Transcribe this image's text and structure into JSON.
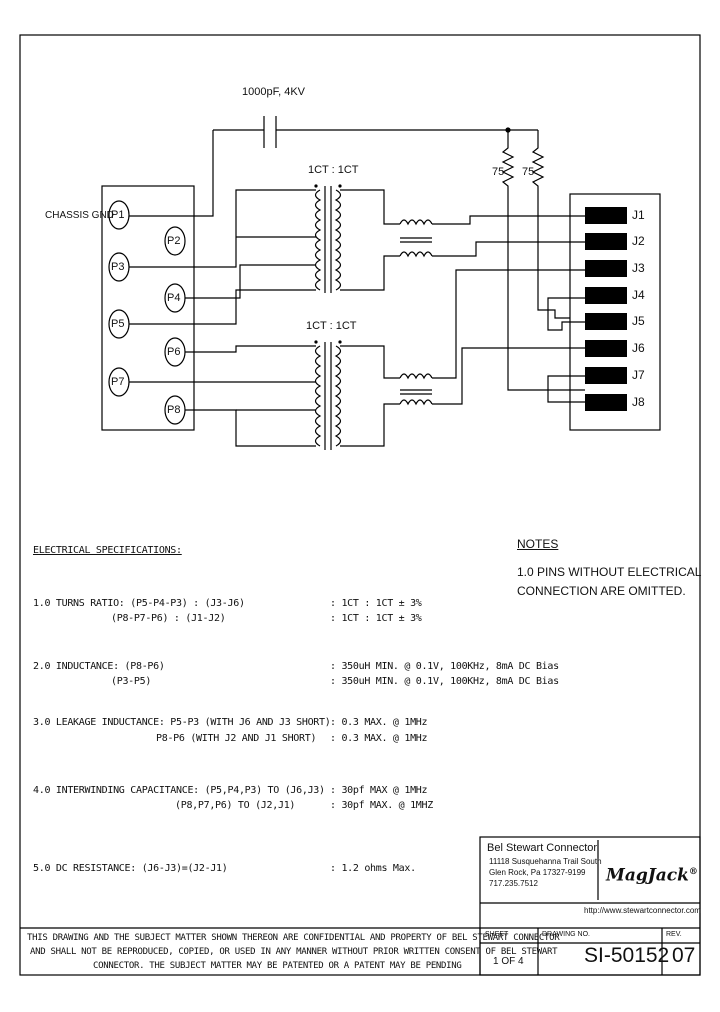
{
  "schematic": {
    "capacitor_label": "1000pF, 4KV",
    "resistor_1_label": "75",
    "resistor_2_label": "75",
    "ratio_top": "1CT : 1CT",
    "ratio_bottom": "1CT : 1CT",
    "chassis_label": "CHASSIS GND",
    "p_pins": [
      "P1",
      "P2",
      "P3",
      "P4",
      "P5",
      "P6",
      "P7",
      "P8"
    ],
    "j_pins": [
      "J1",
      "J2",
      "J3",
      "J4",
      "J5",
      "J6",
      "J7",
      "J8"
    ]
  },
  "notes": {
    "title": "NOTES",
    "line1": "1.0 PINS WITHOUT ELECTRICAL",
    "line2": "CONNECTION ARE OMITTED."
  },
  "specs": {
    "title": "ELECTRICAL SPECIFICATIONS:",
    "rows": [
      {
        "left": "1.0 TURNS RATIO: (P5-P4-P3) : (J3-J6)",
        "right": ": 1CT : 1CT ± 3%"
      },
      {
        "left": "(P8-P7-P6) : (J1-J2)",
        "right": ": 1CT : 1CT ± 3%"
      },
      {
        "left": "2.0 INDUCTANCE: (P8-P6)",
        "right": ": 350uH MIN. @ 0.1V, 100KHz, 8mA DC Bias"
      },
      {
        "left": "(P3-P5)",
        "right": ": 350uH MIN. @ 0.1V, 100KHz, 8mA DC Bias"
      },
      {
        "left": "3.0 LEAKAGE INDUCTANCE: P5-P3 (WITH J6 AND J3 SHORT)",
        "right": ": 0.3 MAX. @ 1MHz"
      },
      {
        "left": "P8-P6 (WITH J2 AND J1 SHORT)",
        "right": ": 0.3 MAX. @ 1MHz"
      },
      {
        "left": "4.0 INTERWINDING CAPACITANCE: (P5,P4,P3) TO (J6,J3)",
        "right": ": 30pf MAX @ 1MHz"
      },
      {
        "left": "(P8,P7,P6) TO (J2,J1)",
        "right": ": 30pf MAX. @ 1MHZ"
      },
      {
        "left": "5.0 DC RESISTANCE: (J6-J3)=(J2-J1)",
        "right": ": 1.2 ohms Max."
      }
    ]
  },
  "title_block": {
    "company": "Bel Stewart Connector",
    "address1": "11118 Susquehanna Trail South",
    "address2": "Glen Rock, Pa 17327-9199",
    "phone": "717.235.7512",
    "logo": "MagJack",
    "logo_reg": "®",
    "url": "http://www.stewartconnector.com",
    "disclaimer1": "THIS DRAWING AND THE SUBJECT MATTER SHOWN THEREON ARE CONFIDENTIAL AND PROPERTY OF BEL STEWART CONNECTOR",
    "disclaimer2": "AND SHALL NOT BE REPRODUCED, COPIED, OR USED IN ANY MANNER WITHOUT PRIOR WRITTEN CONSENT OF BEL STEWART",
    "disclaimer3": "CONNECTOR. THE SUBJECT MATTER MAY BE PATENTED OR A PATENT MAY BE PENDING",
    "sheet_label": "SHEET",
    "sheet_value": "1 OF 4",
    "drawing_no_label": "DRAWING NO.",
    "drawing_no": "SI-50152",
    "rev_label": "REV.",
    "rev": "07"
  }
}
